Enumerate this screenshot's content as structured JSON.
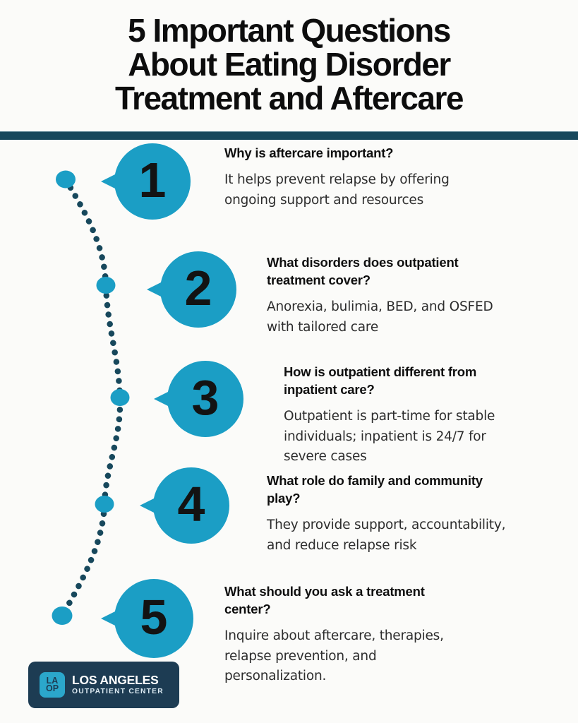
{
  "title": "5 Important Questions\nAbout Eating Disorder\nTreatment and Aftercare",
  "colors": {
    "teal": "#1B9EC5",
    "dark_teal": "#17485C",
    "navy": "#1D3C53"
  },
  "questions": [
    {
      "number": "1",
      "heading": "Why is aftercare important?",
      "body": "It helps prevent relapse by offering\nongoing support and resources"
    },
    {
      "number": "2",
      "heading": "What disorders does outpatient\ntreatment cover?",
      "body": "Anorexia, bulimia, BED, and OSFED\nwith tailored care"
    },
    {
      "number": "3",
      "heading": "How is outpatient different from\ninpatient care?",
      "body": "Outpatient is part-time for stable\nindividuals; inpatient is 24/7 for\nsevere cases"
    },
    {
      "number": "4",
      "heading": "What role do family and community\nplay?",
      "body": "They provide support, accountability,\nand reduce relapse risk"
    },
    {
      "number": "5",
      "heading": "What should you ask a treatment\ncenter?",
      "body": "Inquire about aftercare, therapies,\nrelapse prevention, and\npersonalization."
    }
  ],
  "logo": {
    "icon_top": "LA",
    "icon_bottom": "OP",
    "name": "LOS ANGELES",
    "subtitle": "OUTPATIENT CENTER"
  }
}
